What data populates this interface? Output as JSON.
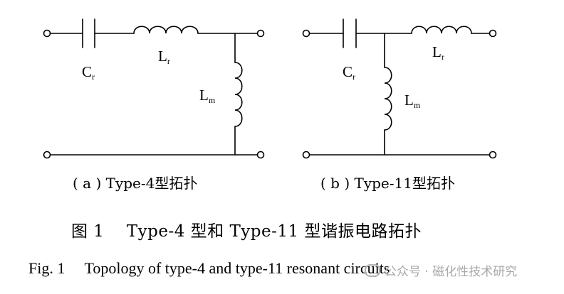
{
  "circuit_a": {
    "labels": {
      "cr": "C",
      "cr_sub": "r",
      "lr": "L",
      "lr_sub": "r",
      "lm": "L",
      "lm_sub": "m"
    }
  },
  "circuit_b": {
    "labels": {
      "cr": "C",
      "cr_sub": "r",
      "lr": "L",
      "lr_sub": "r",
      "lm": "L",
      "lm_sub": "m"
    }
  },
  "subcaption_a": "( a ) Type-4型拓扑",
  "subcaption_b": "( b ) Type-11型拓扑",
  "caption_cn": "图 1　 Type-4 型和 Type-11 型谐振电路拓扑",
  "caption_en": "Fig. 1　 Topology of type-4 and type-11 resonant circuits",
  "watermark": "公众号 · 磁化性技术研究"
}
